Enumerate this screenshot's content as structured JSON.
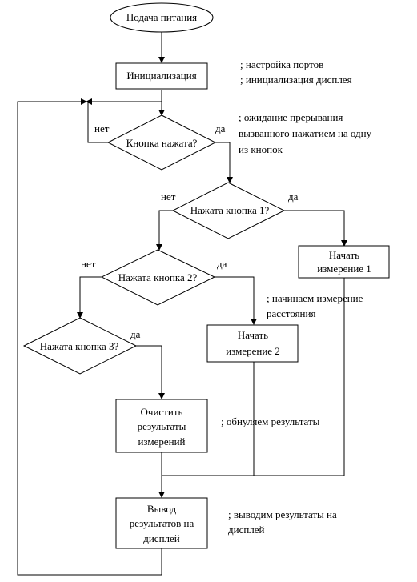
{
  "nodes": {
    "start": "Подача питания",
    "init": "Инициализация",
    "d1": "Кнопка нажата?",
    "d2": "Нажата кнопка 1?",
    "d3": "Нажата кнопка 2?",
    "d4": "Нажата кнопка 3?",
    "m1": [
      "Начать",
      "измерение 1"
    ],
    "m2": [
      "Начать",
      "измерение 2"
    ],
    "clear": [
      "Очистить",
      "результаты",
      "измерений"
    ],
    "out": [
      "Вывод",
      "результатов на",
      "дисплей"
    ]
  },
  "edges": {
    "no": "нет",
    "yes": "да"
  },
  "comments": {
    "c1": [
      "; настройка портов",
      "; инициализация дисплея"
    ],
    "c2": [
      ";  ожидание прерывания",
      "вызванного нажатием на одну",
      "из кнопок"
    ],
    "c3": [
      "; начинаем измерение",
      "расстояния"
    ],
    "c4": "; обнуляем результаты",
    "c5": [
      "; выводим результаты на",
      "дисплей"
    ]
  }
}
